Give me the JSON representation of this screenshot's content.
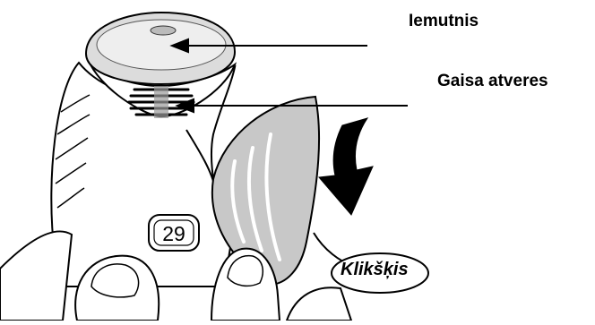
{
  "labels": {
    "mouthpiece": "Iemutnis",
    "air_vents": "Gaisa atveres",
    "click": "Klikšķis"
  },
  "dose_counter": "29",
  "colors": {
    "outline": "#000000",
    "lever_fill": "#c8c8c8",
    "mouthpiece_fill": "#dcdcdc",
    "body_fill": "#ffffff"
  },
  "icons": {
    "rotation": "curved-arrow-down"
  }
}
